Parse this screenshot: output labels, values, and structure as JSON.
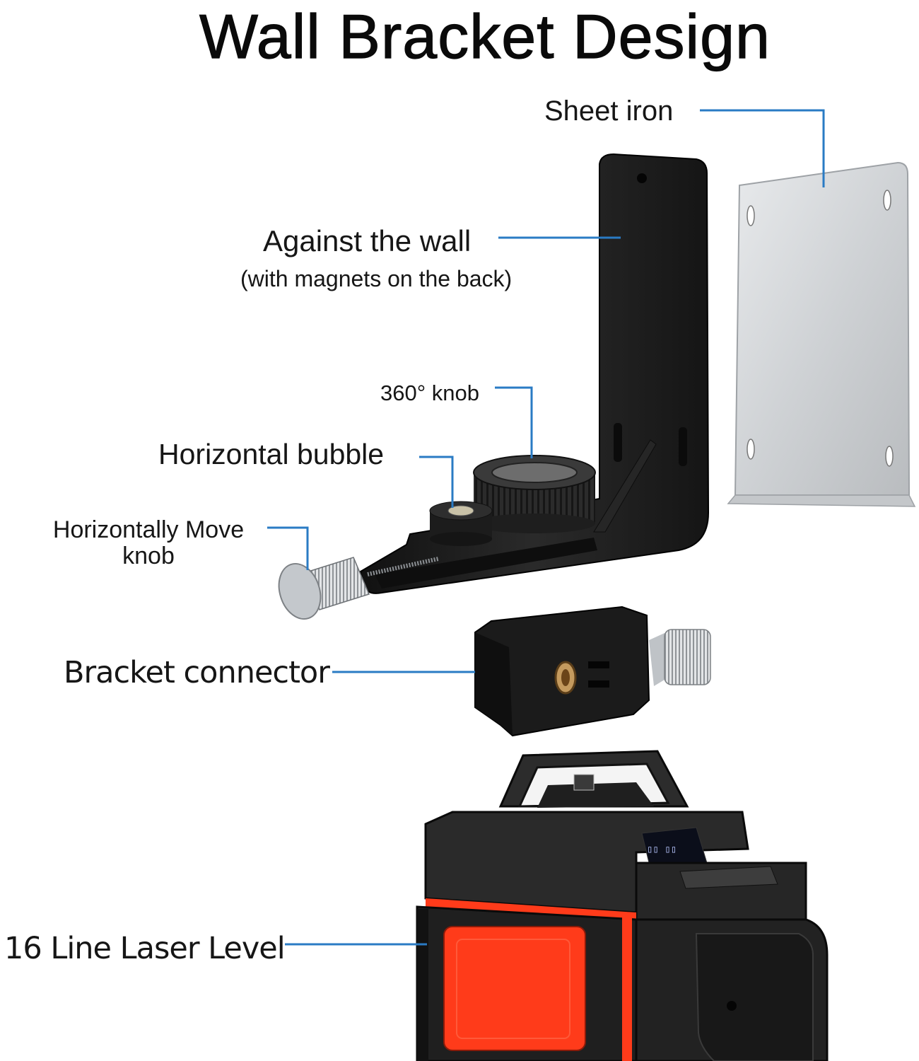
{
  "title": "Wall Bracket Design",
  "callouts": {
    "sheet_iron": "Sheet iron",
    "against_wall": "Against the wall",
    "against_wall_note": "(with magnets on the back)",
    "knob_360": "360° knob",
    "horizontal_bubble": "Horizontal bubble",
    "horizontal_move_line1": "Horizontally Move",
    "horizontal_move_line2": "knob",
    "bracket_connector": "Bracket connector",
    "laser_level": "16 Line Laser Level"
  },
  "colors": {
    "leader_line": "#2a7bc4",
    "bracket": "#1a1a1a",
    "sheet_iron": "#d4d6d8",
    "laser_accent": "#ff3b1a",
    "background": "#ffffff"
  }
}
